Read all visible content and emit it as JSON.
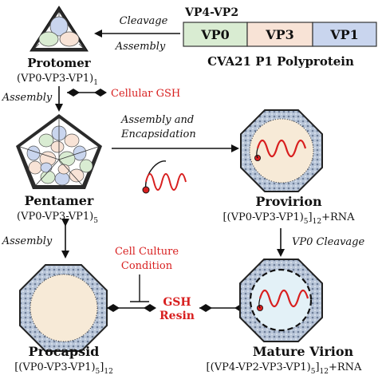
{
  "polyprotein": {
    "vp4vp2_label": "VP4-VP2",
    "segments": [
      "VP0",
      "VP3",
      "VP1"
    ],
    "title": "CVA21 P1 Polyprotein",
    "colors": [
      "#d9ecd2",
      "#f8e3d6",
      "#c9d5ee"
    ]
  },
  "arrows": {
    "cleavage": "Cleavage",
    "assembly_top": "Assembly",
    "assembly_left1": "Assembly",
    "assembly_encap_1": "Assembly and",
    "assembly_encap_2": "Encapsidation",
    "vp0_cleavage": "VP0 Cleavage",
    "assembly_left2": "Assembly"
  },
  "factors": {
    "gsh_cellular": "Cellular GSH",
    "culture_1": "Cell Culture",
    "culture_2": "Condition",
    "gsh_resin_1": "GSH",
    "gsh_resin_2": "Resin"
  },
  "nodes": {
    "protomer": {
      "name": "Protomer",
      "formula_main": "(VP0-VP3-VP1)",
      "formula_sub": "1"
    },
    "pentamer": {
      "name": "Pentamer",
      "formula_main": "(VP0-VP3-VP1)",
      "formula_sub": "5"
    },
    "provirion": {
      "name": "Provirion",
      "f_a": "[(VP0-VP3-VP1)",
      "f_b": "5",
      "f_c": "]",
      "f_d": "12",
      "f_e": "+RNA"
    },
    "procapsid": {
      "name": "Procapsid",
      "f_a": "[(VP0-VP3-VP1)",
      "f_b": "5",
      "f_c": "]",
      "f_d": "12"
    },
    "mature": {
      "name": "Mature Virion",
      "f_a": "[(VP4-VP2-VP3-VP1)",
      "f_b": "5",
      "f_c": "]",
      "f_d": "12",
      "f_e": "+RNA"
    }
  },
  "colors": {
    "accent_red": "#d81f1f",
    "capsid_fill": "#f7ead7",
    "mature_fill": "#e3f1f7",
    "protein_green": "#d9ecd2",
    "protein_peach": "#f8e3d6",
    "protein_blue": "#c9d5ee"
  }
}
